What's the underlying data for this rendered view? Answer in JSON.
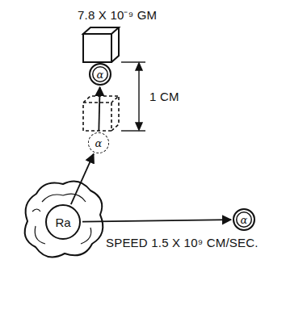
{
  "diagram": {
    "nodes": [
      {
        "text": [
          "Ra"
        ]
      },
      {
        "text": [
          "α"
        ]
      },
      {
        "text": [
          "α"
        ]
      },
      {
        "text": [
          "α"
        ]
      }
    ],
    "edges": [
      {
        "from": 0,
        "to": 1,
        "arrow": "to"
      },
      {
        "from": 1,
        "to": 2,
        "arrow": "to"
      },
      {
        "from": 0,
        "to": 3,
        "arrow": "to"
      }
    ],
    "labels": [
      "7.8 X 10⁻⁹ GM",
      "1 CM",
      "SPEED 1.5 X 10⁹ CM/SEC."
    ]
  }
}
